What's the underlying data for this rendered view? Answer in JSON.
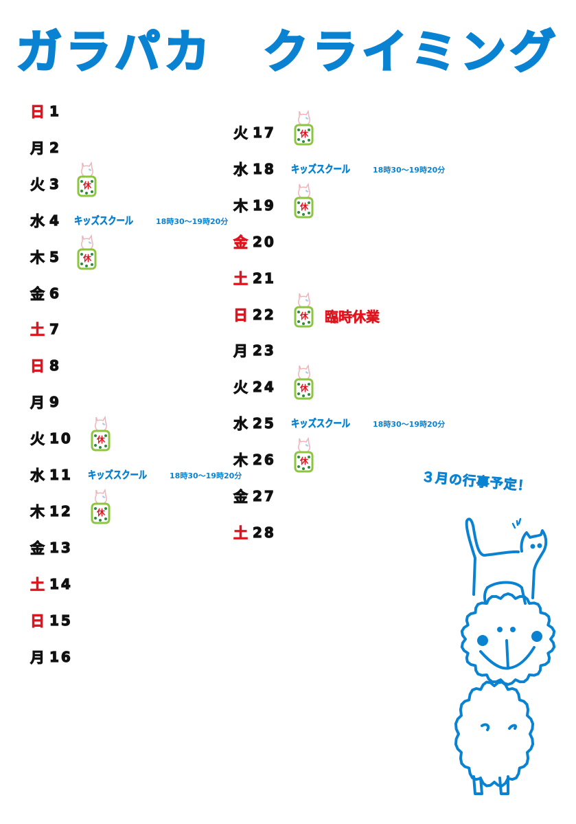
{
  "title": "ガラパカ　クライミング",
  "subtitle": "３月の行事予定！",
  "holiday_sign": "休",
  "colors": {
    "blue": "#0a82d2",
    "red": "#e0141e",
    "green": "#8cc63f"
  },
  "event_labels": {
    "kids_school": "キッズスクール",
    "kids_school_time": "18時30～19時20分",
    "temporary_closure": "臨時休業"
  },
  "days": [
    {
      "num": "1",
      "wd": "日",
      "red": true,
      "events": []
    },
    {
      "num": "2",
      "wd": "月",
      "red": false,
      "events": []
    },
    {
      "num": "3",
      "wd": "火",
      "red": false,
      "events": [
        "holiday"
      ]
    },
    {
      "num": "4",
      "wd": "水",
      "red": false,
      "events": [
        "kids"
      ]
    },
    {
      "num": "5",
      "wd": "木",
      "red": false,
      "events": [
        "holiday"
      ]
    },
    {
      "num": "6",
      "wd": "金",
      "red": false,
      "events": []
    },
    {
      "num": "7",
      "wd": "土",
      "red": true,
      "events": []
    },
    {
      "num": "8",
      "wd": "日",
      "red": true,
      "events": []
    },
    {
      "num": "9",
      "wd": "月",
      "red": false,
      "events": []
    },
    {
      "num": "10",
      "wd": "火",
      "red": false,
      "events": [
        "holiday"
      ]
    },
    {
      "num": "11",
      "wd": "水",
      "red": false,
      "events": [
        "kids"
      ]
    },
    {
      "num": "12",
      "wd": "木",
      "red": false,
      "events": [
        "holiday"
      ]
    },
    {
      "num": "13",
      "wd": "金",
      "red": false,
      "events": []
    },
    {
      "num": "14",
      "wd": "土",
      "red": true,
      "events": []
    },
    {
      "num": "15",
      "wd": "日",
      "red": true,
      "events": []
    },
    {
      "num": "16",
      "wd": "月",
      "red": false,
      "events": []
    },
    {
      "num": "17",
      "wd": "火",
      "red": false,
      "events": [
        "holiday"
      ]
    },
    {
      "num": "18",
      "wd": "水",
      "red": false,
      "events": [
        "kids"
      ]
    },
    {
      "num": "19",
      "wd": "木",
      "red": false,
      "events": [
        "holiday"
      ]
    },
    {
      "num": "20",
      "wd": "金",
      "red": true,
      "events": []
    },
    {
      "num": "21",
      "wd": "土",
      "red": true,
      "events": []
    },
    {
      "num": "22",
      "wd": "日",
      "red": true,
      "events": [
        "holiday",
        "closed"
      ]
    },
    {
      "num": "23",
      "wd": "月",
      "red": false,
      "events": []
    },
    {
      "num": "24",
      "wd": "火",
      "red": false,
      "events": [
        "holiday"
      ]
    },
    {
      "num": "25",
      "wd": "水",
      "red": false,
      "events": [
        "kids"
      ]
    },
    {
      "num": "26",
      "wd": "木",
      "red": false,
      "events": [
        "holiday"
      ]
    },
    {
      "num": "27",
      "wd": "金",
      "red": false,
      "events": []
    },
    {
      "num": "28",
      "wd": "土",
      "red": true,
      "events": []
    }
  ]
}
